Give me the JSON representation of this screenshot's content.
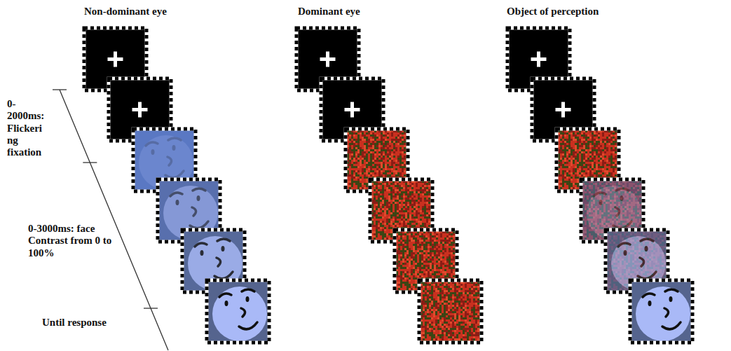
{
  "diagram": {
    "labels": [
      "Non-dominant eye",
      "Dominant eye",
      "Object of perception",
      "0- 2000ms: Flickeri ng fixation",
      "0-3000ms: face Contrast from 0 to 100%",
      "Until response"
    ]
  }
}
